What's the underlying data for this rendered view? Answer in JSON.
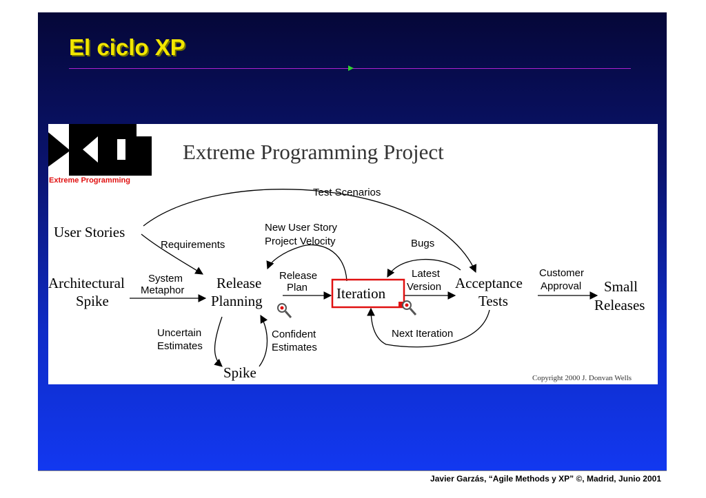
{
  "slide": {
    "title": "El ciclo XP",
    "footer": "Javier Garzás, “Agile Methods y XP” ©, Madrid, Junio 2001"
  },
  "diagram": {
    "logo_caption": "Extreme Programming",
    "heading": "Extreme Programming Project",
    "copyright": "Copyright 2000 J. Donvan Wells",
    "nodes": {
      "user_stories": "User Stories",
      "arch_spike_1": "Architectural",
      "arch_spike_2": "Spike",
      "release_planning_1": "Release",
      "release_planning_2": "Planning",
      "iteration": "Iteration",
      "acceptance_1": "Acceptance",
      "acceptance_2": "Tests",
      "small_releases_1": "Small",
      "small_releases_2": "Releases",
      "spike": "Spike"
    },
    "edges": {
      "test_scenarios": "Test Scenarios",
      "requirements": "Requirements",
      "system_metaphor_1": "System",
      "system_metaphor_2": "Metaphor",
      "new_user_story": "New User Story",
      "project_velocity": "Project Velocity",
      "release_plan_1": "Release",
      "release_plan_2": "Plan",
      "bugs": "Bugs",
      "latest_version_1": "Latest",
      "latest_version_2": "Version",
      "customer_approval_1": "Customer",
      "customer_approval_2": "Approval",
      "next_iteration": "Next Iteration",
      "uncertain_estimates_1": "Uncertain",
      "uncertain_estimates_2": "Estimates",
      "confident_estimates_1": "Confident",
      "confident_estimates_2": "Estimates"
    },
    "colors": {
      "iteration_box": "#e01010",
      "logo_caption": "#e01010"
    },
    "icons": [
      "magnifier-icon",
      "magnifier-icon"
    ]
  }
}
